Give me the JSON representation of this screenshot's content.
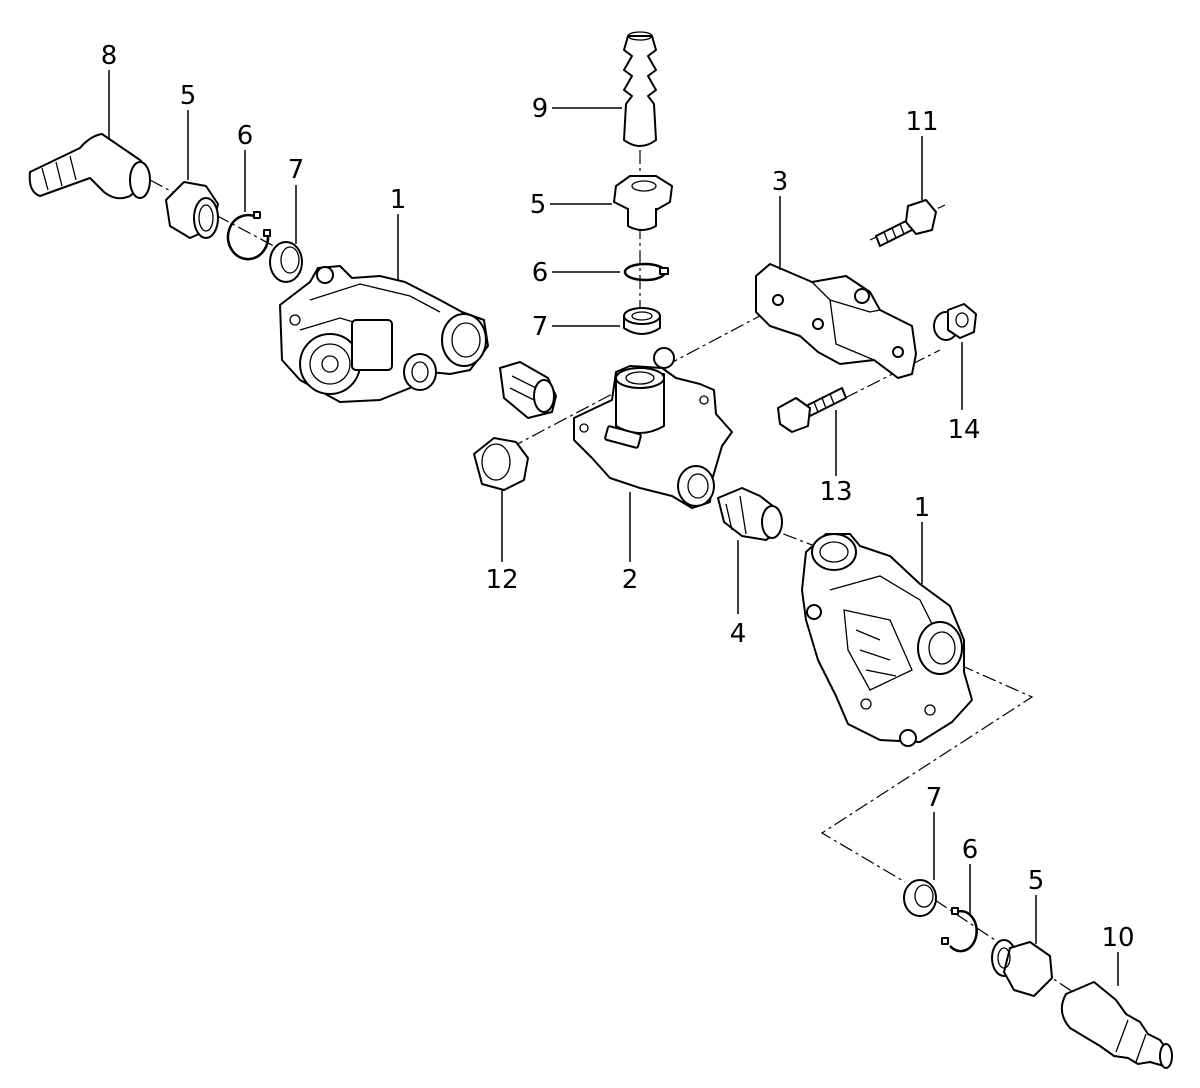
{
  "callouts": {
    "c1a": "1",
    "c1b": "1",
    "c2": "2",
    "c3": "3",
    "c4": "4",
    "c5a": "5",
    "c5b": "5",
    "c5c": "5",
    "c6a": "6",
    "c6b": "6",
    "c6c": "6",
    "c7a": "7",
    "c7b": "7",
    "c7c": "7",
    "c8": "8",
    "c9": "9",
    "c10": "10",
    "c11": "11",
    "c12": "12",
    "c13": "13",
    "c14": "14"
  }
}
